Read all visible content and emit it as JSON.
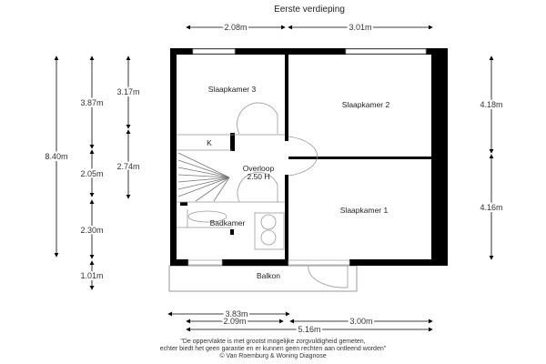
{
  "title": "Eerste verdieping",
  "rooms": {
    "slaapkamer3": "Slaapkamer 3",
    "slaapkamer2": "Slaapkamer 2",
    "slaapkamer1": "Slaapkamer 1",
    "overloop": "Overloop",
    "overloop_height": "2.50 H",
    "k": "K",
    "badkamer": "Badkamer",
    "balkon": "Balkon"
  },
  "dimensions": {
    "top_left": "2.08m",
    "top_right": "3.01m",
    "left_total": "8.40m",
    "left_a1": "3.87m",
    "left_a2": "2.05m",
    "left_a3": "2.30m",
    "left_a4": "1.01m",
    "left_b1": "3.17m",
    "left_b2": "2.74m",
    "right_1": "4.18m",
    "right_2": "4.16m",
    "bottom_1": "3.83m",
    "bottom_2": "2.09m",
    "bottom_3": "3.00m",
    "bottom_total": "5.16m"
  },
  "footer": {
    "line1": "\"De oppervlakte is met grootst mogelijke zorgvuldigheid gemeten,",
    "line2": "echter biedt het geen garantie en er kunnen geen rechten aan ontleend worden\"",
    "line3": "© Van Roemburg & Woning Diagnose"
  }
}
